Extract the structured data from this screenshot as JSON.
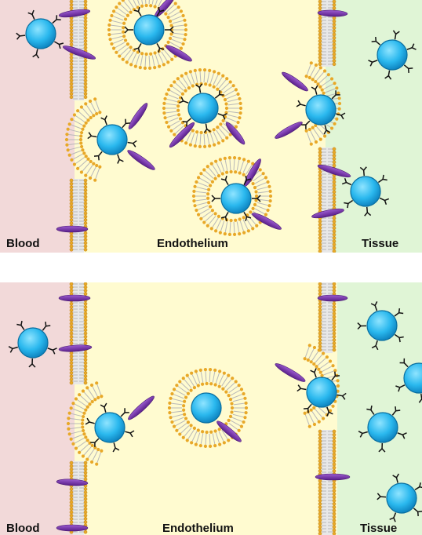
{
  "panels": [
    {
      "id": "top",
      "labels": {
        "left": "Blood",
        "center": "Endothelium",
        "right": "Tissue"
      }
    },
    {
      "id": "bottom",
      "labels": {
        "left": "Blood",
        "center": "Endothelium",
        "right": "Tissue"
      }
    }
  ],
  "colors": {
    "blood": "#f2d9d9",
    "endothelium": "#fffbd0",
    "tissue": "#e0f5d6",
    "lipid_head": "#e8a828",
    "lipid_tail": "#b8b8b8",
    "nanoparticle": "#2ab8ee",
    "receptor": "#7030a0"
  }
}
